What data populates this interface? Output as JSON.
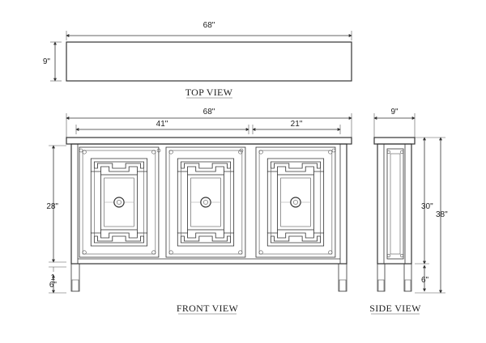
{
  "views": {
    "top": {
      "title": "TOP VIEW",
      "width_label": "68\"",
      "depth_label": "9\""
    },
    "front": {
      "title": "FRONT VIEW",
      "overall_width_label": "68\"",
      "left_section_label": "41\"",
      "right_section_label": "21\"",
      "door_height_label": "28\"",
      "gap_label": "1",
      "leg_height_label": "6\""
    },
    "side": {
      "title": "SIDE VIEW",
      "depth_label": "9\"",
      "cabinet_height_label": "30\"",
      "overall_height_label": "38\"",
      "leg_height_label": "6\""
    }
  },
  "colors": {
    "line": "#333333",
    "background": "#ffffff"
  }
}
